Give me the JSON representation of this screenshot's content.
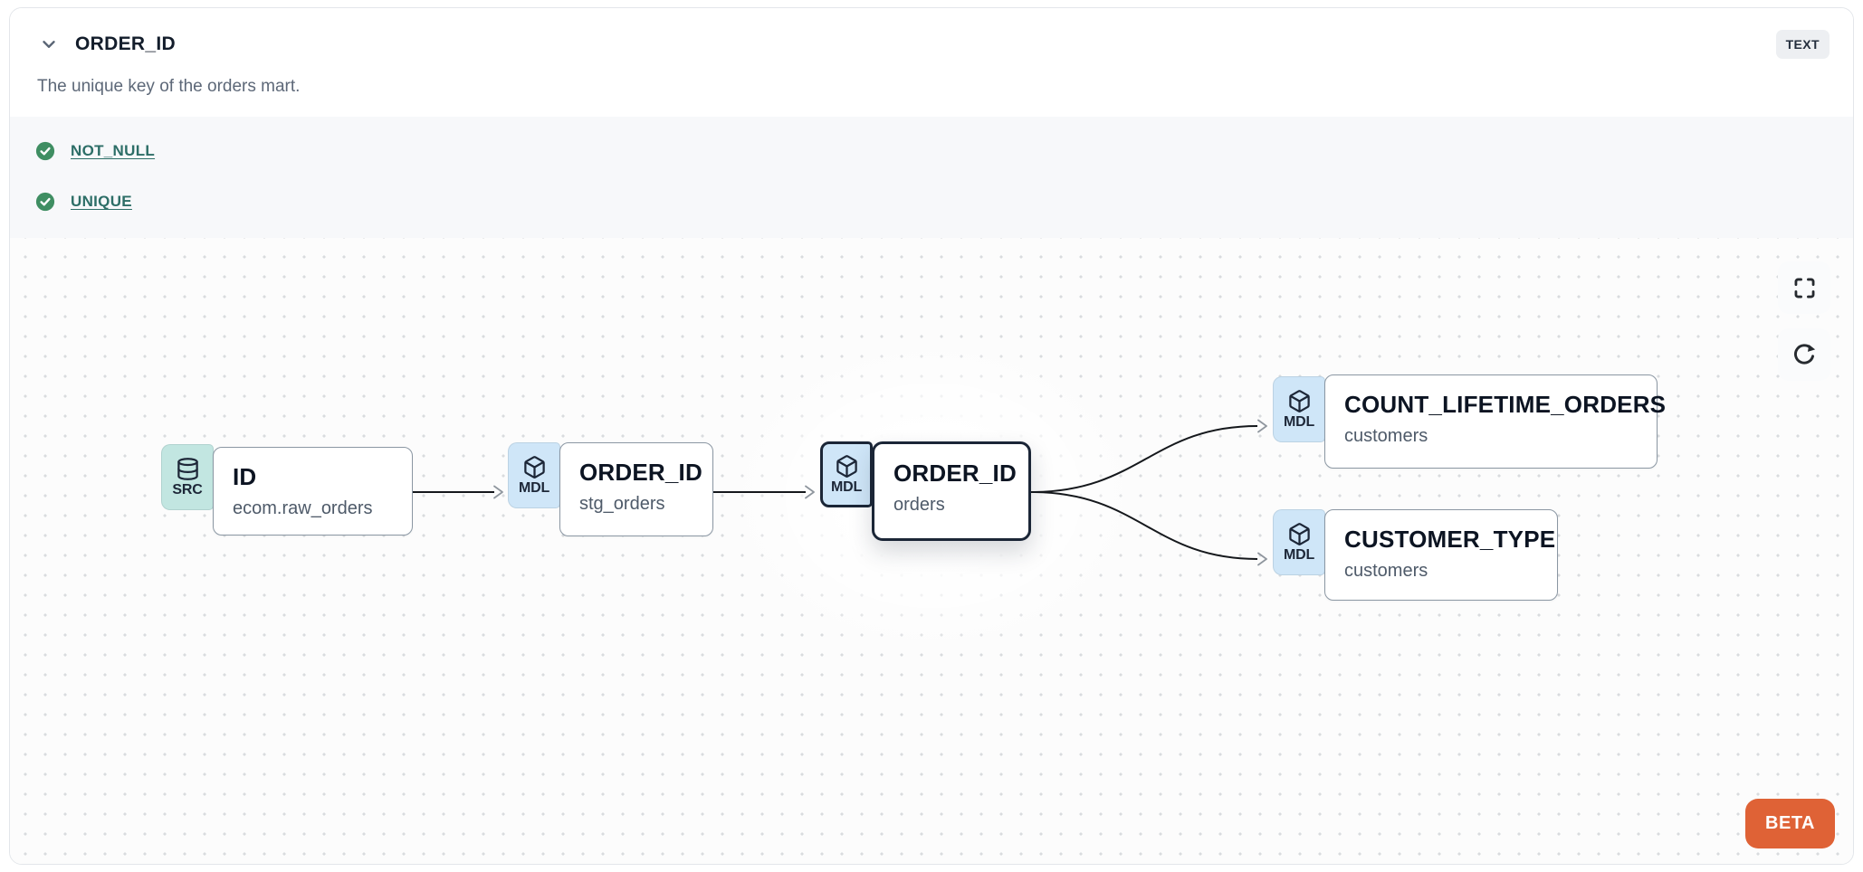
{
  "header": {
    "title": "ORDER_ID",
    "type_badge": "TEXT",
    "description": "The unique key of the orders mart.",
    "collapse_icon": "chevron-down-icon"
  },
  "tests": [
    {
      "name": "NOT_NULL",
      "status": "pass",
      "icon": "check-circle-icon"
    },
    {
      "name": "UNIQUE",
      "status": "pass",
      "icon": "check-circle-icon"
    }
  ],
  "lineage": {
    "nodes": [
      {
        "id": "source",
        "badge": "SRC",
        "icon": "database-icon",
        "title": "ID",
        "subtitle": "ecom.raw_orders",
        "selected": false
      },
      {
        "id": "staging",
        "badge": "MDL",
        "icon": "cube-icon",
        "title": "ORDER_ID",
        "subtitle": "stg_orders",
        "selected": false
      },
      {
        "id": "mart",
        "badge": "MDL",
        "icon": "cube-icon",
        "title": "ORDER_ID",
        "subtitle": "orders",
        "selected": true
      },
      {
        "id": "count_lifetime_orders",
        "badge": "MDL",
        "icon": "cube-icon",
        "title": "COUNT_LIFETIME_ORDERS",
        "subtitle": "customers",
        "selected": false
      },
      {
        "id": "customer_type",
        "badge": "MDL",
        "icon": "cube-icon",
        "title": "CUSTOMER_TYPE",
        "subtitle": "customers",
        "selected": false
      }
    ],
    "edges": [
      {
        "from": "source",
        "to": "staging"
      },
      {
        "from": "staging",
        "to": "mart"
      },
      {
        "from": "mart",
        "to": "count_lifetime_orders"
      },
      {
        "from": "mart",
        "to": "customer_type"
      }
    ],
    "controls": [
      {
        "icon": "fullscreen-icon",
        "action": "fullscreen"
      },
      {
        "icon": "refresh-icon",
        "action": "refresh"
      }
    ],
    "beta_label": "BETA"
  },
  "colors": {
    "test_pass_green": "#3f8e62",
    "test_link_teal": "#2d6e67",
    "beta_orange": "#df6236",
    "src_badge": "#c2e6e1",
    "mdl_badge": "#cfe6f8",
    "selected_border": "#1b2637",
    "node_border": "#8b97a3",
    "edge": "#15181c"
  }
}
